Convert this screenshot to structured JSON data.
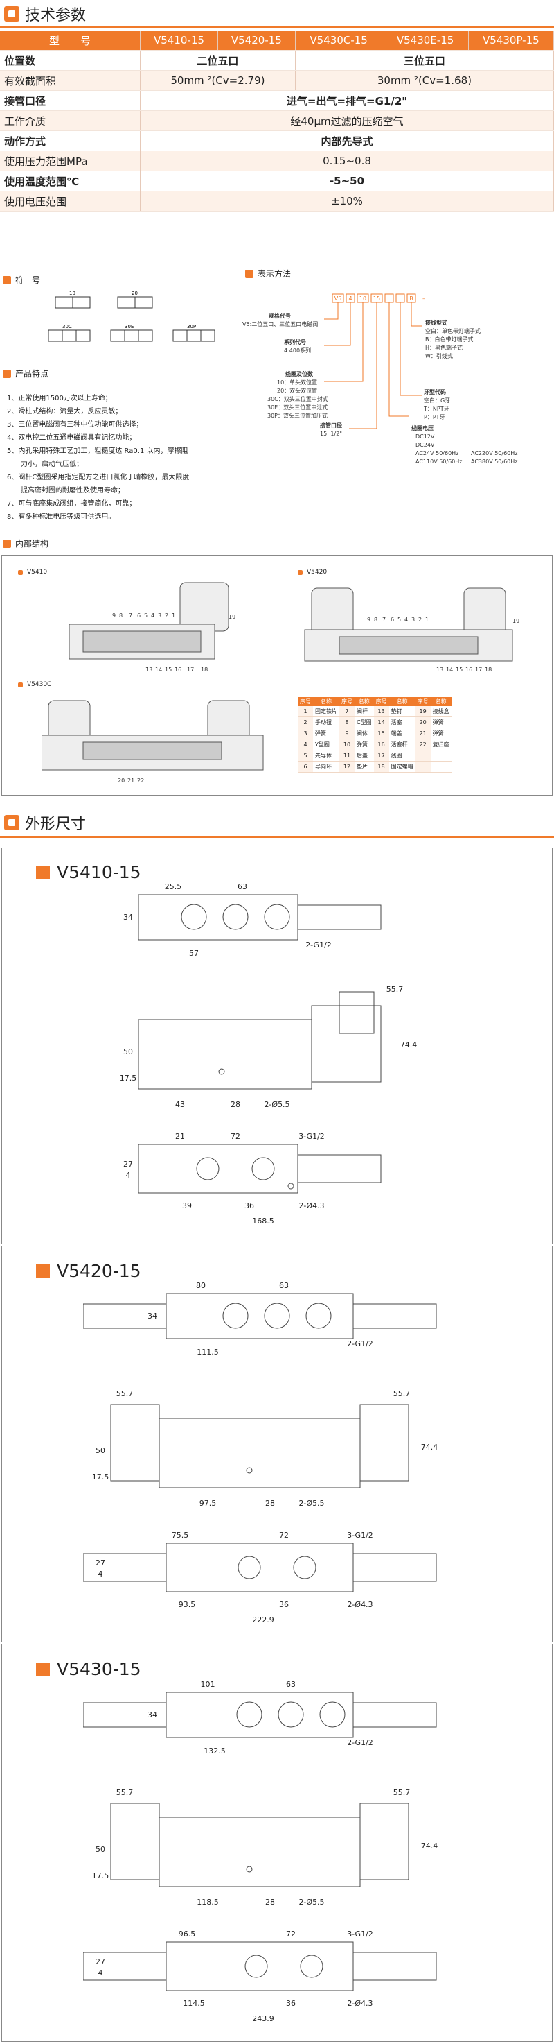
{
  "sections": {
    "tech_params": "技术参数",
    "symbol": "符　号",
    "designation": "表示方法",
    "features": "产品特点",
    "internal": "内部结构",
    "dimensions": "外形尺寸"
  },
  "spec_table": {
    "header": [
      "型　　号",
      "V5410-15",
      "V5420-15",
      "V5430C-15",
      "V5430E-15",
      "V5430P-15"
    ],
    "rows": [
      {
        "label": "位置数",
        "a": "二位五口",
        "b": "三位五口",
        "bold": true
      },
      {
        "label": "有效截面积",
        "a": "50mm ²(Cv=2.79)",
        "b": "30mm ²(Cv=1.68)",
        "bold": false
      },
      {
        "label": "接管口径",
        "all": "进气=出气=排气=G1/2\"",
        "bold": true
      },
      {
        "label": "工作介质",
        "all": "经40μm过滤的压缩空气",
        "bold": false
      },
      {
        "label": "动作方式",
        "all": "内部先导式",
        "bold": true
      },
      {
        "label": "使用压力范围MPa",
        "all": "0.15~0.8",
        "bold": false
      },
      {
        "label": "使用温度范围℃",
        "all": "-5~50",
        "bold": true
      },
      {
        "label": "使用电压范围",
        "all": "±10%",
        "bold": false
      }
    ]
  },
  "symbol_labels": [
    "10",
    "20",
    "30C",
    "30E",
    "30P"
  ],
  "designation": {
    "code": [
      "V5",
      "4",
      "10",
      "15",
      "",
      "",
      "B",
      "–"
    ],
    "series_code": {
      "title": "规格代号",
      "text": "V5:二位五口、三位五口电磁阀"
    },
    "series": {
      "title": "系列代号",
      "text": "4:400系列"
    },
    "position": {
      "title": "线圈及位数",
      "lines": [
        "10：单头双位置",
        "20：双头双位置",
        "30C：双头三位置中封式",
        "30E：双头三位置中泄式",
        "30P：双头三位置加压式"
      ]
    },
    "port": {
      "title": "接管口径",
      "text": "15: 1/2\""
    },
    "thread": {
      "title": "牙型代码",
      "lines": [
        "空白：G牙",
        "T：NPT牙",
        "P：PT牙"
      ]
    },
    "voltage": {
      "title": "线圈电压",
      "lines": [
        "DC12V",
        "DC24V",
        "AC24V  50/60Hz",
        "AC110V 50/60Hz",
        "AC220V 50/60Hz",
        "AC380V 50/60Hz"
      ]
    },
    "wiring": {
      "title": "接线型式",
      "lines": [
        "空白：单色带灯端子式",
        "B：白色带灯端子式",
        "H：黑色端子式",
        "W：引线式"
      ]
    }
  },
  "features": [
    "1、正常使用1500万次以上寿命；",
    "2、滑柱式结构：流量大，反应灵敏；",
    "3、三位置电磁阀有三种中位功能可供选择；",
    "4、双电控二位五通电磁阀具有记忆功能；",
    "5、内孔采用特殊工艺加工，粗糙度达 Ra0.1 以内，摩擦阻",
    "　　力小，启动气压低；",
    "6、阀杆C型圈采用指定配方之进口氯化丁晴橡胶，最大限度",
    "　　提高密封圈的耐磨性及使用寿命；",
    "7、可与底座集成阀组，接管简化，可靠；",
    "8、有多种标准电压等级可供选用。"
  ],
  "internal_labels": {
    "v5410": "V5410",
    "v5420": "V5420",
    "v5430c": "V5430C",
    "callouts_top": [
      "9",
      "8",
      "7",
      "6",
      "5",
      "4",
      "3",
      "2",
      "1"
    ],
    "callouts_bottom": [
      "13",
      "14",
      "15",
      "16",
      "17",
      "18"
    ],
    "callout_19": "19",
    "callouts_c": [
      "20",
      "21",
      "22"
    ]
  },
  "parts_table": {
    "header": [
      "序号",
      "名称",
      "序号",
      "名称",
      "序号",
      "名称",
      "序号",
      "名称"
    ],
    "rows": [
      [
        "1",
        "固定铁片",
        "7",
        "阀杆",
        "13",
        "垫钉",
        "19",
        "接线盒"
      ],
      [
        "2",
        "手动钮",
        "8",
        "C型圈",
        "14",
        "活塞",
        "20",
        "弹簧"
      ],
      [
        "3",
        "弹簧",
        "9",
        "阀体",
        "15",
        "端盖",
        "21",
        "弹簧"
      ],
      [
        "4",
        "Y型圈",
        "10",
        "弹簧",
        "16",
        "活塞杆",
        "22",
        "复归座"
      ],
      [
        "5",
        "先导体",
        "11",
        "后盖",
        "17",
        "线圈",
        "",
        ""
      ],
      [
        "6",
        "导向环",
        "12",
        "垫片",
        "18",
        "固定螺帽",
        "",
        ""
      ]
    ]
  },
  "models": [
    {
      "name": "V5410-15",
      "top": {
        "dims": [
          "25.5",
          "63",
          "57",
          "34",
          "2-G1/2"
        ]
      },
      "side": {
        "dims": [
          "55.7",
          "74.4",
          "50",
          "17.5",
          "43",
          "28",
          "2-Ø5.5"
        ]
      },
      "bottom": {
        "dims": [
          "21",
          "72",
          "3-G1/2",
          "27",
          "4",
          "39",
          "36",
          "2-Ø4.3",
          "168.5"
        ]
      }
    },
    {
      "name": "V5420-15",
      "top": {
        "dims": [
          "80",
          "63",
          "111.5",
          "34",
          "2-G1/2"
        ]
      },
      "side": {
        "dims": [
          "55.7",
          "55.7",
          "74.4",
          "50",
          "17.5",
          "97.5",
          "28",
          "2-Ø5.5"
        ]
      },
      "bottom": {
        "dims": [
          "75.5",
          "72",
          "3-G1/2",
          "27",
          "4",
          "93.5",
          "36",
          "2-Ø4.3",
          "222.9"
        ]
      }
    },
    {
      "name": "V5430-15",
      "top": {
        "dims": [
          "101",
          "63",
          "132.5",
          "34",
          "2-G1/2"
        ]
      },
      "side": {
        "dims": [
          "55.7",
          "55.7",
          "74.4",
          "50",
          "17.5",
          "118.5",
          "28",
          "2-Ø5.5"
        ]
      },
      "bottom": {
        "dims": [
          "96.5",
          "72",
          "3-G1/2",
          "27",
          "4",
          "114.5",
          "36",
          "2-Ø4.3",
          "243.9"
        ]
      }
    }
  ],
  "colors": {
    "accent": "#f07a2a",
    "row_alt": "#fdf1e8"
  }
}
